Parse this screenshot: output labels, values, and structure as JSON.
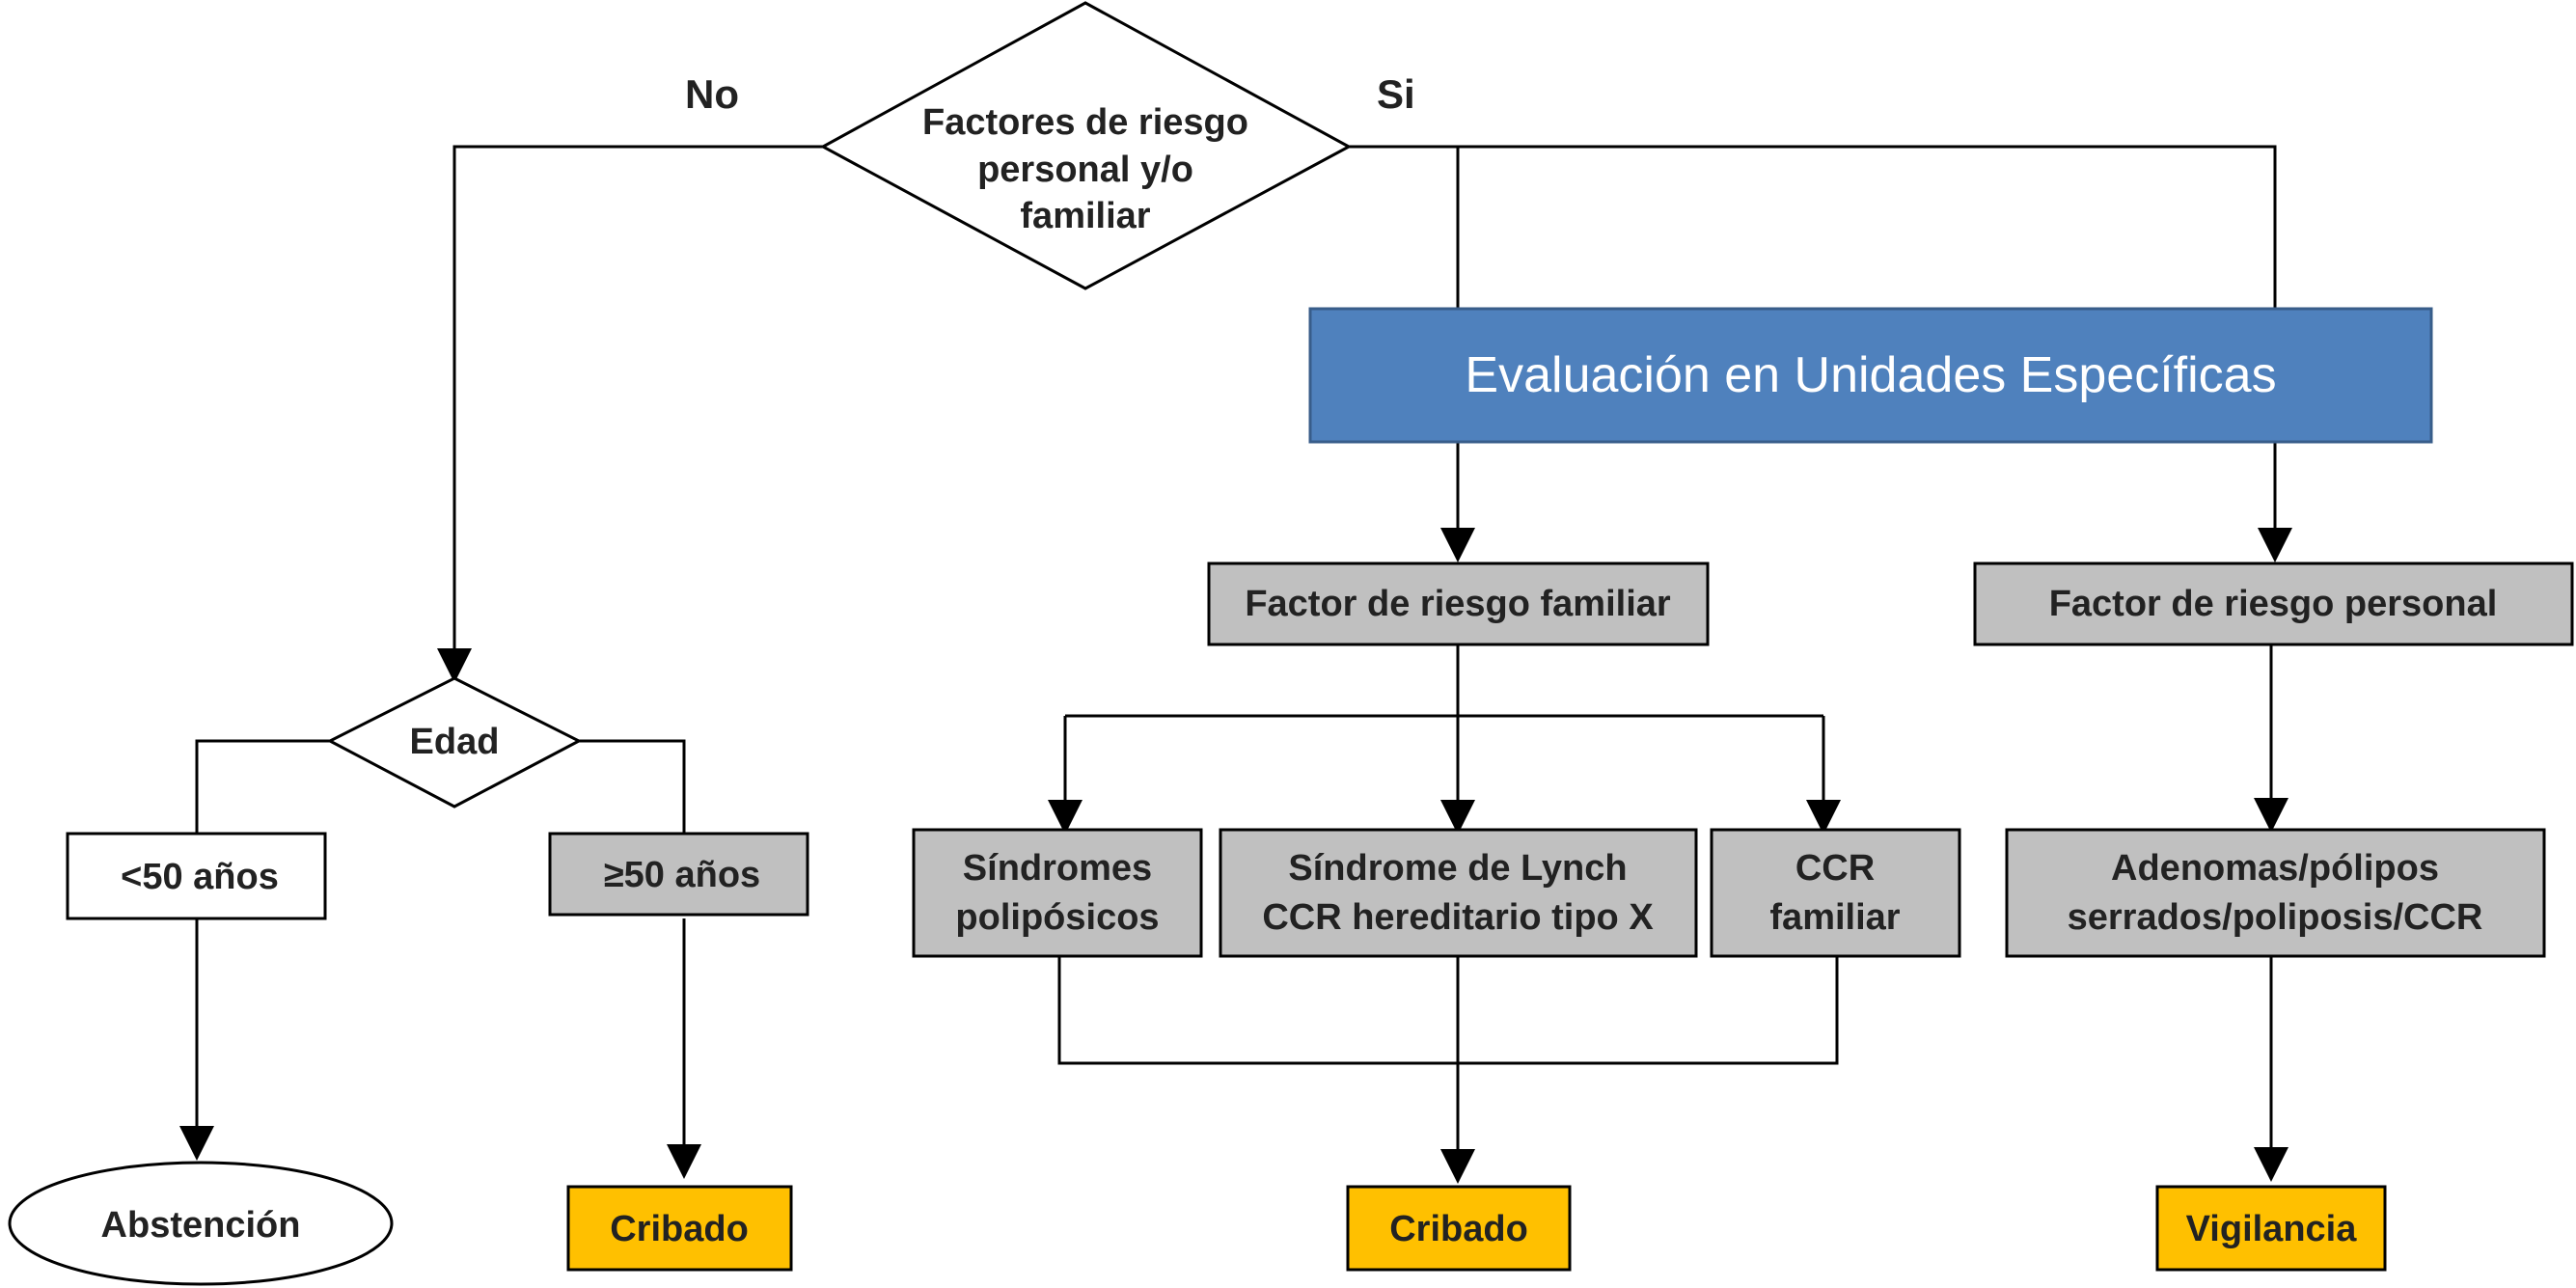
{
  "colors": {
    "blue_header": "#4f81bd",
    "gray_box": "#c0c0c0",
    "outcome_box": "#ffc000",
    "line": "#000000"
  },
  "labels": {
    "no": "No",
    "si": "Si"
  },
  "nodes": {
    "risk_decision": [
      "Factores de riesgo",
      "personal y/o",
      "familiar"
    ],
    "evaluation": "Evaluación en Unidades Específicas",
    "family_risk": "Factor de riesgo familiar",
    "personal_risk": "Factor de riesgo personal",
    "age_decision": "Edad",
    "under_50": "<50 años",
    "over_50": "≥50 años",
    "polyposis_syndromes": [
      "Síndromes",
      "polipósicos"
    ],
    "lynch": [
      "Síndrome de Lynch",
      "CCR hereditario tipo X"
    ],
    "family_ccr": [
      "CCR",
      "familiar"
    ],
    "adenomas": [
      "Adenomas/pólipos",
      "serrados/poliposis/CCR"
    ],
    "abstention": "Abstención",
    "screening_left": "Cribado",
    "screening_middle": "Cribado",
    "surveillance": "Vigilancia"
  }
}
